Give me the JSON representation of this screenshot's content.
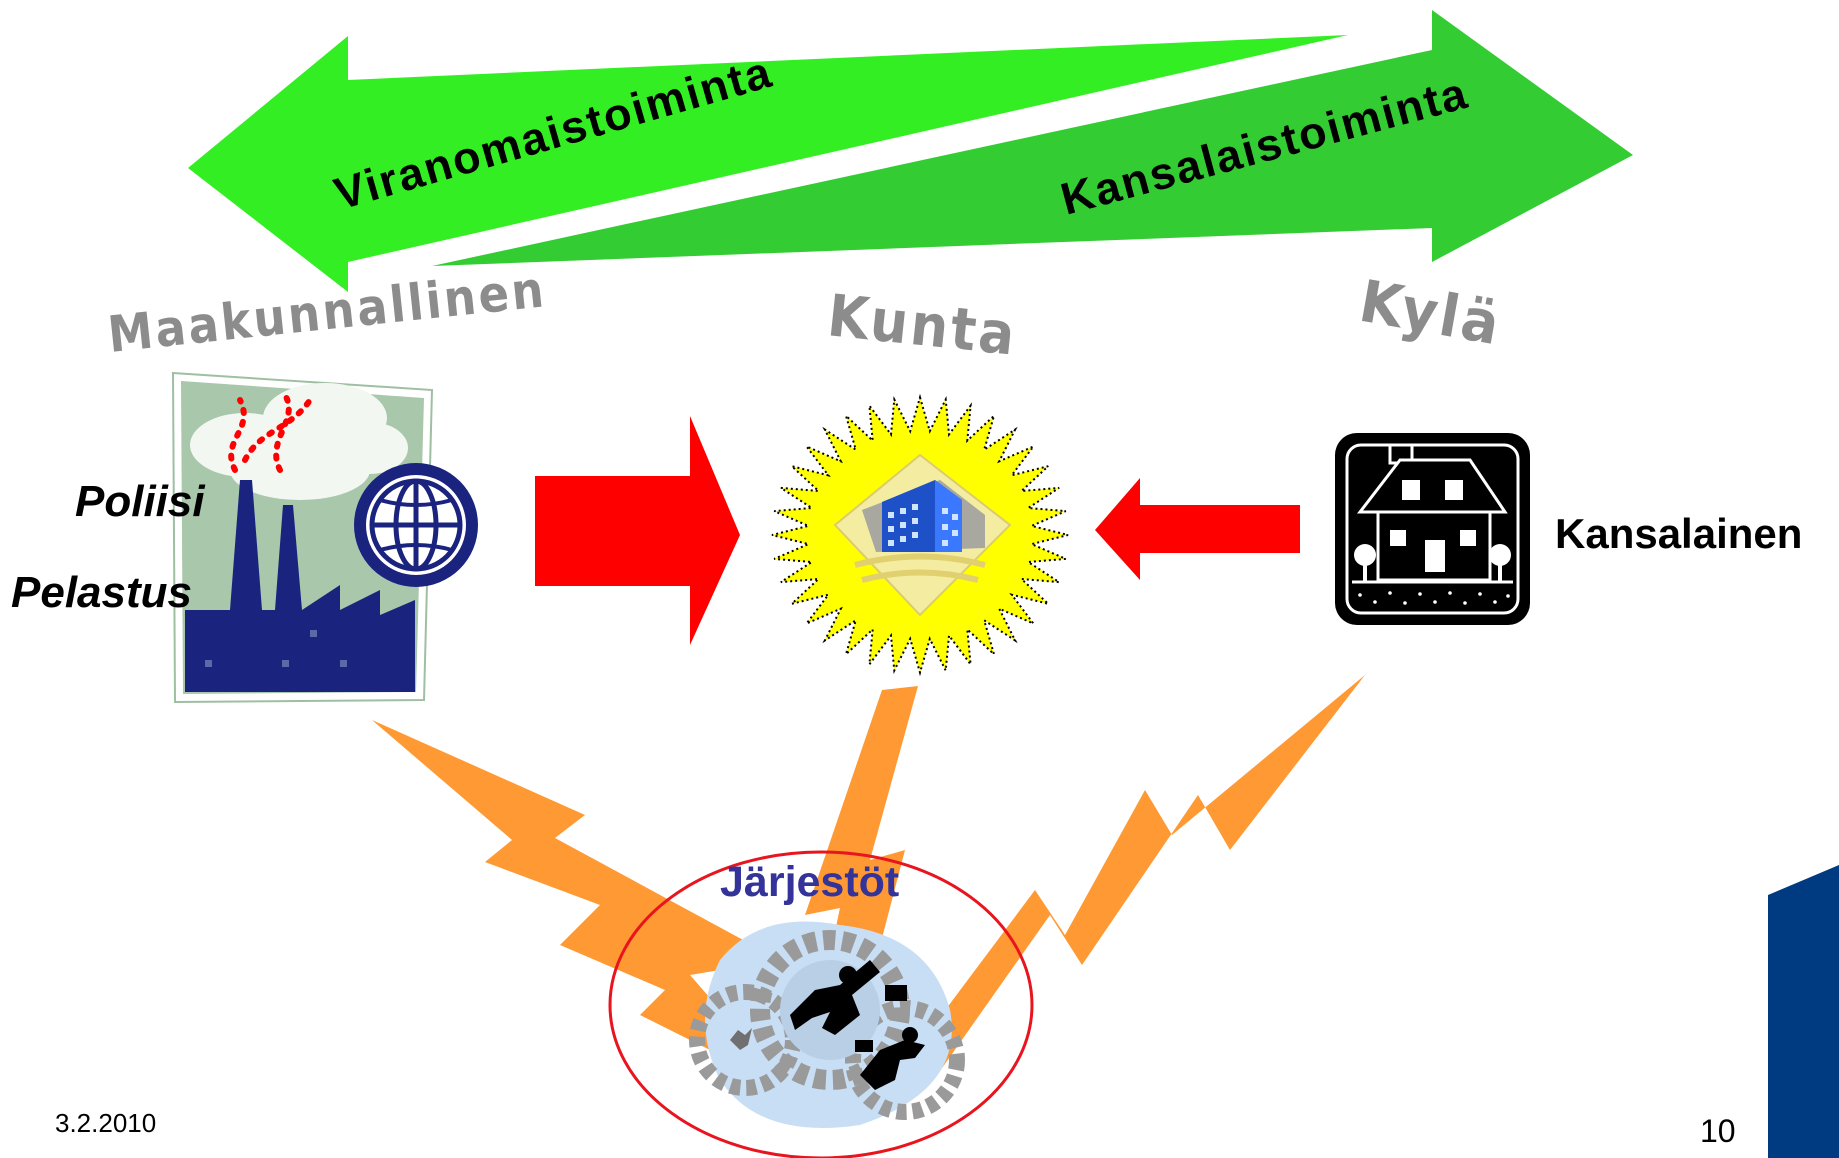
{
  "arrows": {
    "left_label": "Viranomaistoiminta",
    "right_label": "Kansalaistoiminta"
  },
  "levels": {
    "regional": "Maakunnallinen",
    "municipality": "Kunta",
    "village": "Kylä"
  },
  "actors": {
    "police": "Poliisi",
    "rescue": "Pelastus",
    "citizen": "Kansalainen",
    "organizations": "Järjestöt"
  },
  "footer": {
    "date": "3.2.2010",
    "page_number": "10"
  },
  "colors": {
    "green_light": "#33ee22",
    "green_dark": "#33cc33",
    "red_arrow": "#ff0000",
    "orange_bolt": "#ff9933",
    "sun_yellow": "#ffff00",
    "navy_industry": "#1a237e",
    "wordart_gray": "#8c8c8c",
    "organizations_blue": "#333399",
    "corner_blue": "#003a80"
  },
  "icons": {
    "regional": "factory-globe-icon",
    "municipality": "city-sun-icon",
    "village": "house-icon",
    "organizations": "business-gears-icon"
  }
}
